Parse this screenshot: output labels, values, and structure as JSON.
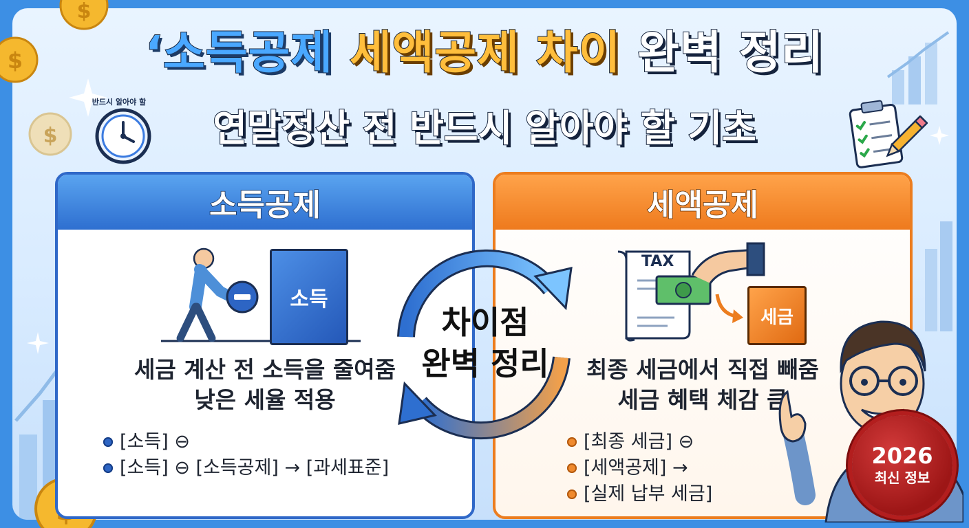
{
  "title": {
    "part1": "‘소득공제",
    "part2": "세액공제 차이",
    "part3": "완벽 정리"
  },
  "subtitle": "연말정산 전 반드시 알아야 할 기초",
  "clock_label": "반드시 알아야 할",
  "left_panel": {
    "heading": "소득공제",
    "box_label": "소득",
    "desc_line1": "세금 계산 전 소득을 줄여줌",
    "desc_line2": "낮은 세율 적용",
    "bullets": [
      "[소득] ⊖",
      "[소득] ⊖ [소득공제] → [과세표준]"
    ]
  },
  "center": {
    "line1": "차이점",
    "line2": "완벽 정리"
  },
  "right_panel": {
    "heading": "세액공제",
    "doc_label": "TAX",
    "box_label": "세금",
    "desc_line1": "최종 세금에서 직접 빼줌",
    "desc_line2": "세금 혜택 체감 큼",
    "bullets": [
      "[최종 세금] ⊖",
      "[세액공제] →",
      "[실제 납부 세금]"
    ]
  },
  "badge": {
    "year": "2026",
    "text": "최신 정보"
  },
  "colors": {
    "frame_blue": "#3d8fe4",
    "left_accent": "#2f68c8",
    "right_accent": "#ec7d1f",
    "title_blue": "#4aa8ff",
    "title_orange": "#ffbe3c",
    "badge_red": "#b31e1e"
  },
  "icons": [
    "dollar-coin-icon",
    "clock-icon",
    "checklist-clipboard-icon",
    "pencil-icon",
    "sparkle-icon",
    "person-pushing-minus-icon",
    "tax-document-icon",
    "hand-with-money-icon",
    "cycle-arrows-icon",
    "presenter-man-icon"
  ]
}
